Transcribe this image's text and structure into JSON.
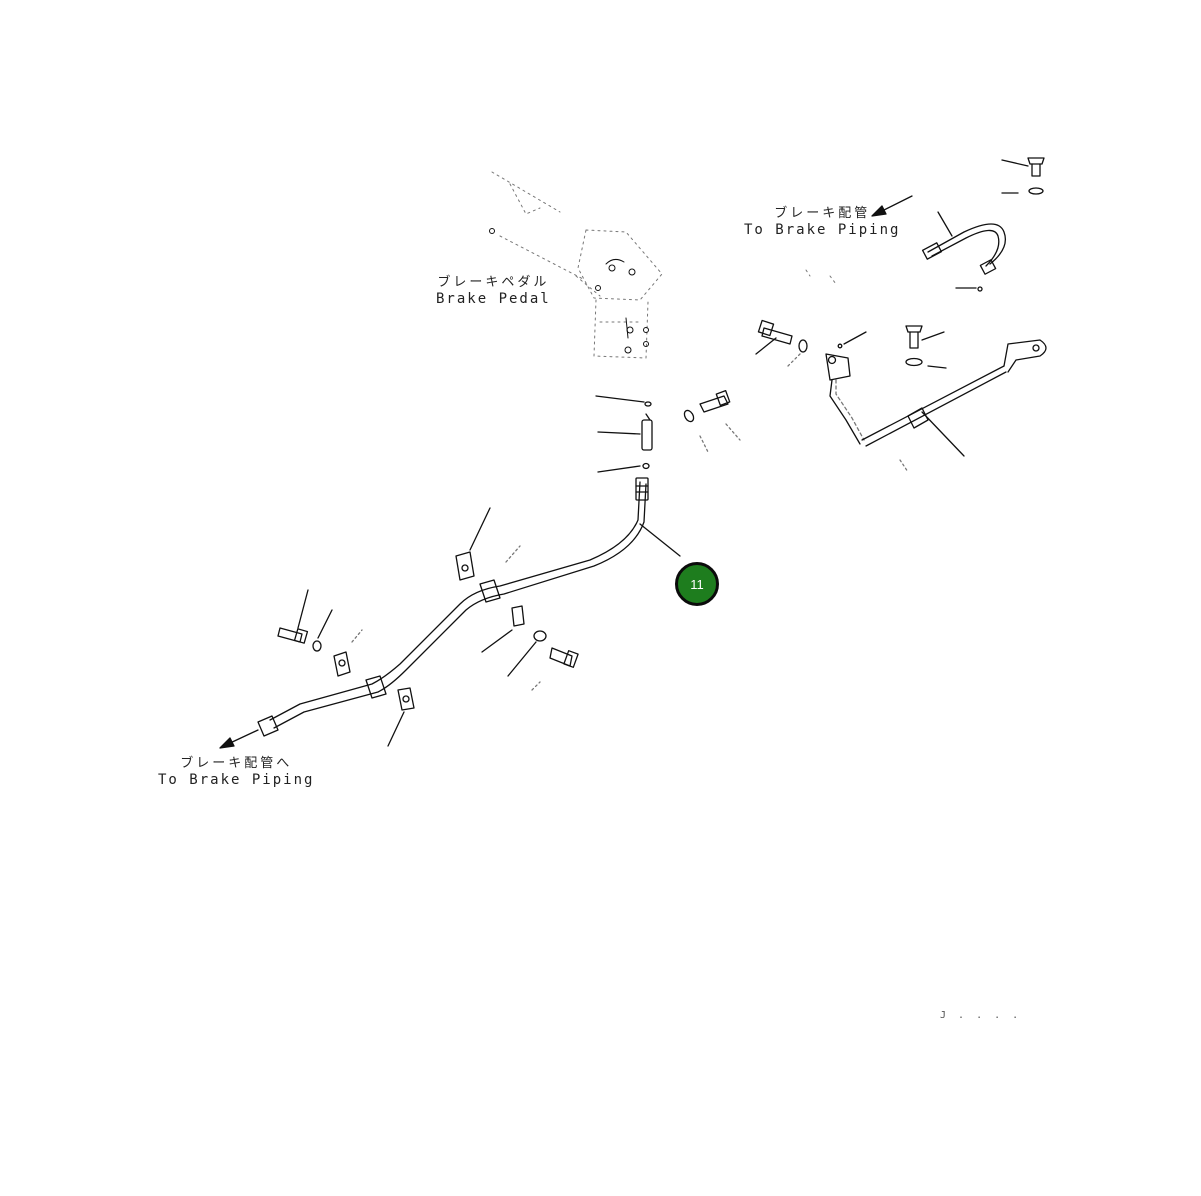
{
  "labels": {
    "brake_piping_top_jp": "ブレーキ配管",
    "brake_piping_top_en": "To Brake Piping",
    "brake_pedal_jp": "ブレーキペダル",
    "brake_pedal_en": "Brake Pedal",
    "brake_piping_bottom_jp": "ブレーキ配管へ",
    "brake_piping_bottom_en": "To Brake Piping"
  },
  "callouts": [
    {
      "number": "11",
      "color": "#1e7d1e"
    }
  ],
  "drawing_code": "J . . . ."
}
